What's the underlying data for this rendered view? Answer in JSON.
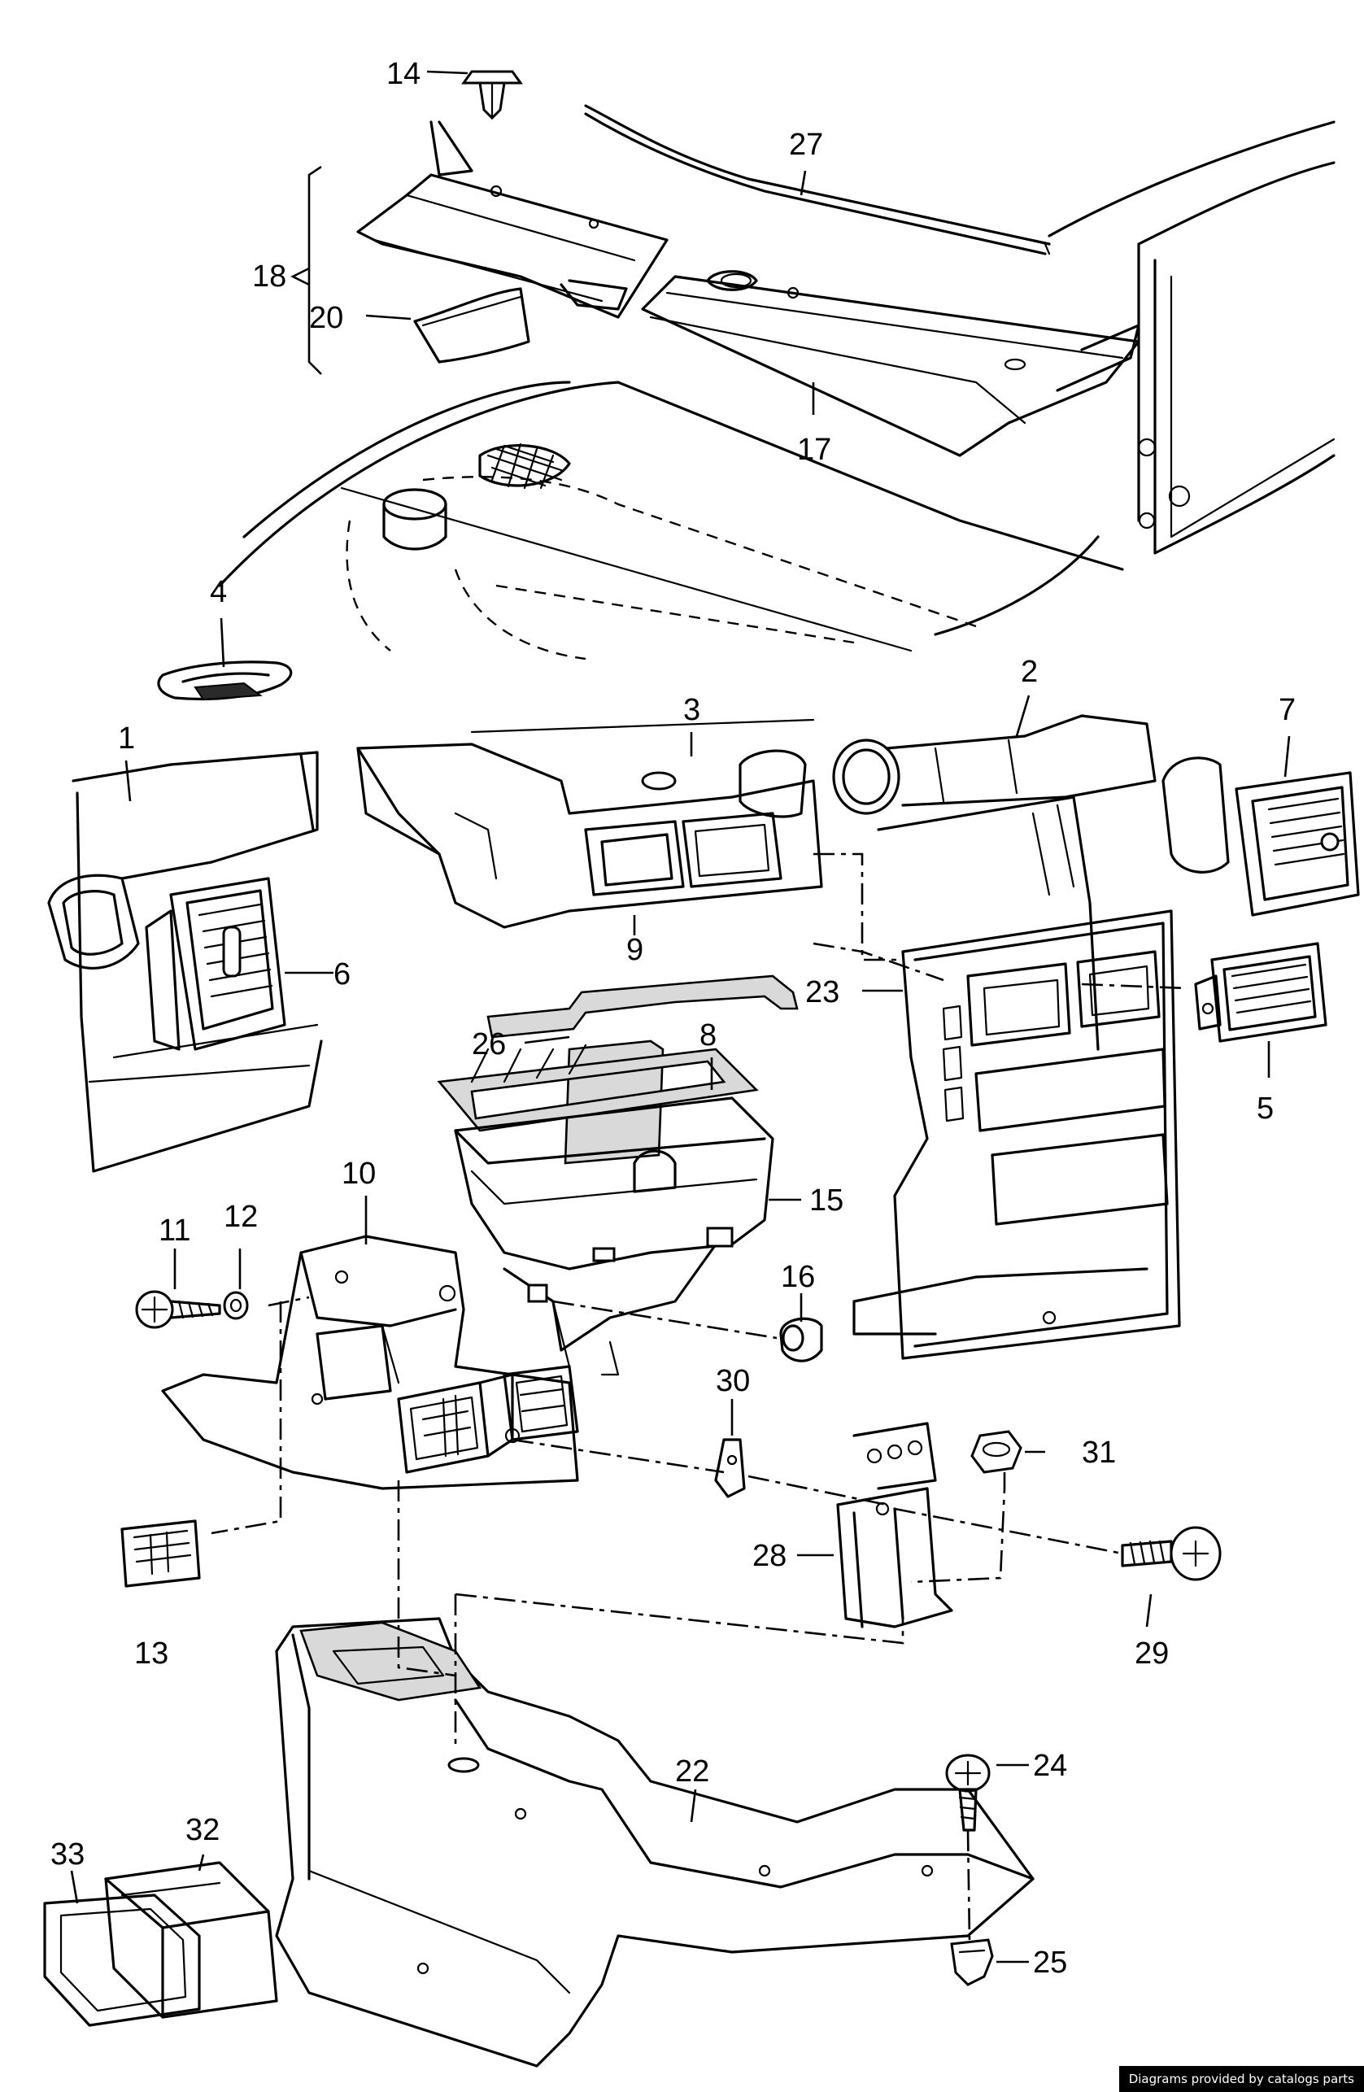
{
  "credit": "Diagrams provided by catalogs parts",
  "callouts": {
    "c1": "1",
    "c2": "2",
    "c3": "3",
    "c4": "4",
    "c5": "5",
    "c6": "6",
    "c7": "7",
    "c8": "8",
    "c9": "9",
    "c10": "10",
    "c11": "11",
    "c12": "12",
    "c13": "13",
    "c14": "14",
    "c15": "15",
    "c16": "16",
    "c17": "17",
    "c18": "18",
    "c20": "20",
    "c22": "22",
    "c23": "23",
    "c24": "24",
    "c25": "25",
    "c26": "26",
    "c27": "27",
    "c28": "28",
    "c29": "29",
    "c30": "30",
    "c31": "31",
    "c32": "32",
    "c33": "33"
  }
}
